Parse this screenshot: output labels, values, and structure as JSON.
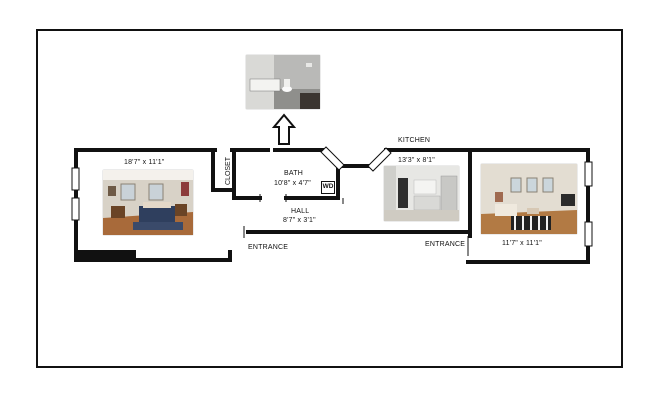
{
  "rooms": {
    "bedroom": {
      "dimensions": "18'7\" x 11'1\""
    },
    "closet": {
      "label": "CLOSET"
    },
    "bath": {
      "label": "BATH",
      "dimensions": "10'8\" x 4'7\""
    },
    "washer_dryer": {
      "label": "WD"
    },
    "hall": {
      "label": "HALL",
      "dimensions": "8'7\" x 3'1\""
    },
    "kitchen": {
      "label": "KITCHEN",
      "dimensions": "13'3\" x 8'1\""
    },
    "living": {
      "dimensions": "11'7\" x 11'1\""
    }
  },
  "entrances": [
    "ENTRANCE",
    "ENTRANCE"
  ],
  "icons": [
    "up-arrow-icon"
  ],
  "colors": {
    "wall": "#111111",
    "floor_wood": "#a86a3a",
    "photo_sky": "#c9c3b8"
  }
}
